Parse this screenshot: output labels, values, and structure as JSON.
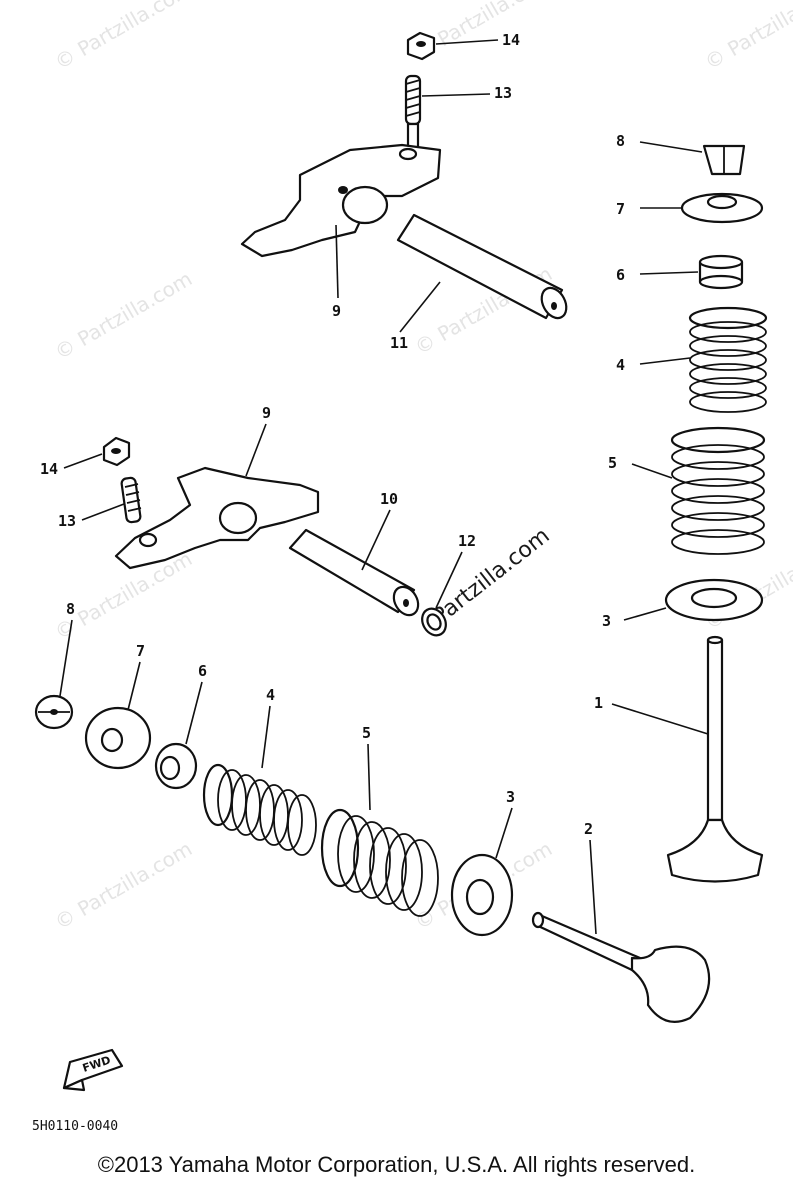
{
  "watermark": {
    "text": "© Partzilla.com",
    "feature_text": "Partzilla.com"
  },
  "callouts": {
    "c14a": "14",
    "c13a": "13",
    "c9a": "9",
    "c11": "11",
    "c8a": "8",
    "c7a": "7",
    "c6a": "6",
    "c4a": "4",
    "c5a": "5",
    "c3a": "3",
    "c1": "1",
    "c9b": "9",
    "c14b": "14",
    "c13b": "13",
    "c10": "10",
    "c12": "12",
    "c8b": "8",
    "c7b": "7",
    "c6b": "6",
    "c4b": "4",
    "c5b": "5",
    "c3b": "3",
    "c2": "2"
  },
  "fwd_label": "FWD",
  "diagram_code": "5H0110-0040",
  "copyright": "©2013 Yamaha Motor Corporation, U.S.A. All rights reserved."
}
